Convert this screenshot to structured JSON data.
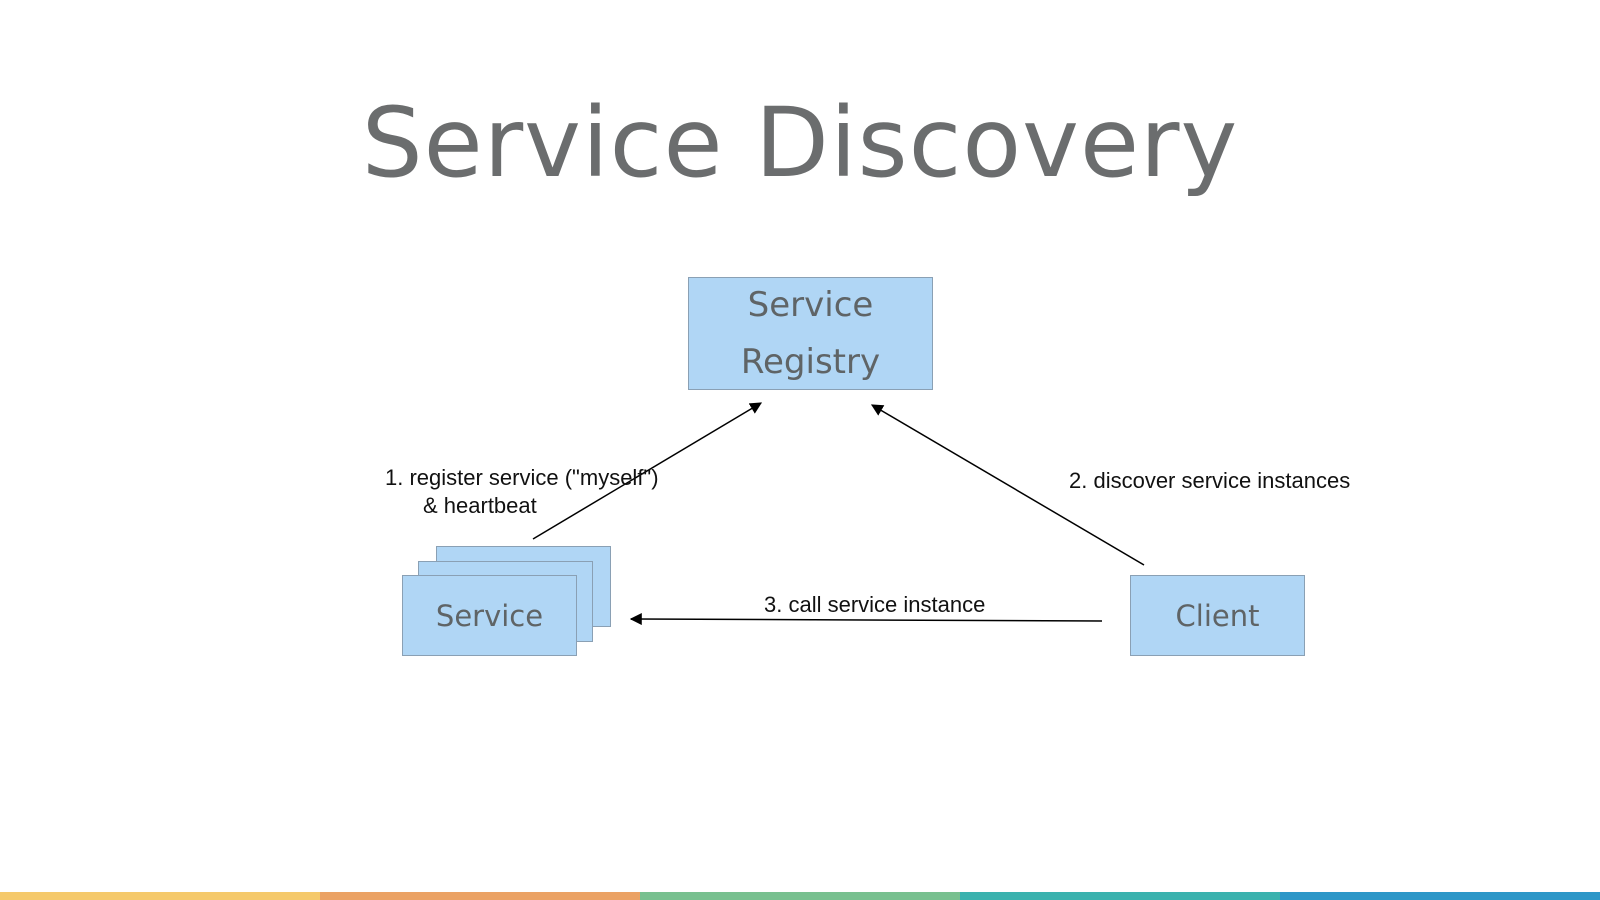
{
  "slide": {
    "title": "Service Discovery"
  },
  "diagram": {
    "registry": {
      "line1": "Service",
      "line2": "Registry"
    },
    "service": {
      "label": "Service"
    },
    "client": {
      "label": "Client"
    },
    "edges": {
      "register_line1": "1. register service (\"myself\")",
      "register_line2": "& heartbeat",
      "discover": "2. discover service instances",
      "call": "3. call service instance"
    }
  },
  "colors": {
    "box_fill": "#b0d6f5",
    "title_text": "#6b6d6e",
    "bar_segments": [
      "#f5c96b",
      "#eba264",
      "#78c08f",
      "#3ab2ae",
      "#2d97c8"
    ]
  }
}
